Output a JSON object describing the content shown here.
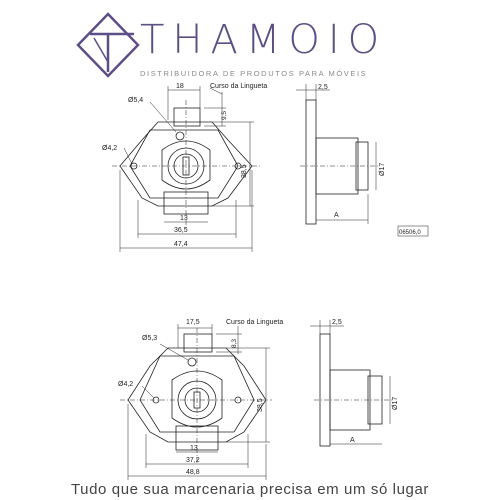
{
  "brand": {
    "name": "THAMOIO",
    "tagline": "DISTRIBUIDORA DE PRODUTOS PARA MÓVEIS",
    "color": "#5d4e86"
  },
  "drawing_top": {
    "dim_top_width": "18",
    "dim_bolt_travel": "Curso da Lingueta",
    "dim_bolt_height": "9,5",
    "dim_hole_top": "Ø5,4",
    "dim_hole_side": "Ø4,2",
    "dim_height": "38,5",
    "dim_bottom_inner": "13",
    "dim_bottom_mid": "36,5",
    "dim_bottom_outer": "47,4",
    "side_thickness": "2,5",
    "side_diameter": "Ø17",
    "side_length": "A",
    "code_label": "06506,0"
  },
  "drawing_bottom": {
    "dim_top_width": "17,5",
    "dim_bolt_travel": "Curso da Lingueta",
    "dim_bolt_height": "8,3",
    "dim_hole_top": "Ø5,3",
    "dim_hole_side": "Ø4,2",
    "dim_height": "38,5",
    "dim_bottom_inner": "13",
    "dim_bottom_mid": "37,2",
    "dim_bottom_outer": "48,8",
    "side_thickness": "2,5",
    "side_diameter": "Ø17",
    "side_length": "A"
  },
  "footer": {
    "slogan": "Tudo que sua marcenaria precisa em um só lugar"
  }
}
